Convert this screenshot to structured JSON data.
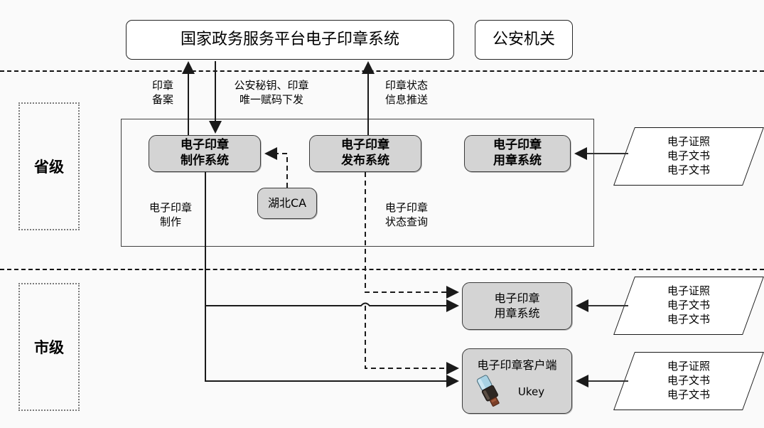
{
  "diagram": {
    "title_box": {
      "label": "国家政务服务平台电子印章系统"
    },
    "authority_box": {
      "label": "公安机关"
    },
    "tiers": [
      {
        "id": "province",
        "label": "省级"
      },
      {
        "id": "city",
        "label": "市级"
      }
    ],
    "top_flow_labels": [
      {
        "id": "seal-filing",
        "text": "印章\n备案"
      },
      {
        "id": "key-issue",
        "text": "公安秘钥、印章\n唯一赋码下发"
      },
      {
        "id": "status-push",
        "text": "印章状态\n信息推送"
      }
    ],
    "province_nodes": [
      {
        "id": "make-system",
        "label": "电子印章\n制作系统"
      },
      {
        "id": "publish-system",
        "label": "电子印章\n发布系统"
      },
      {
        "id": "use-system-province",
        "label": "电子印章\n用章系统"
      },
      {
        "id": "hubei-ca",
        "label": "湖北CA"
      }
    ],
    "province_captions": [
      {
        "id": "seal-make",
        "text": "电子印章\n制作"
      },
      {
        "id": "seal-status-query",
        "text": "电子印章\n状态查询"
      }
    ],
    "city_nodes": [
      {
        "id": "use-system-city",
        "label": "电子印章\n用章系统"
      },
      {
        "id": "seal-client",
        "label": "电子印章客户端",
        "sub_label": "Ukey",
        "icon": "ukey-icon"
      }
    ],
    "data_sources": [
      {
        "id": "docs-province",
        "text": "电子证照\n电子文书\n电子文书"
      },
      {
        "id": "docs-city-use",
        "text": "电子证照\n电子文书\n电子文书"
      },
      {
        "id": "docs-city-client",
        "text": "电子证照\n电子文书\n电子文书"
      }
    ],
    "colors": {
      "node_fill": "#d4d4d4",
      "node_stroke": "#3a3a3a",
      "line": "#1a1a1a",
      "background": "#fafafa",
      "tier_box_stroke": "#7a7a7a"
    }
  }
}
